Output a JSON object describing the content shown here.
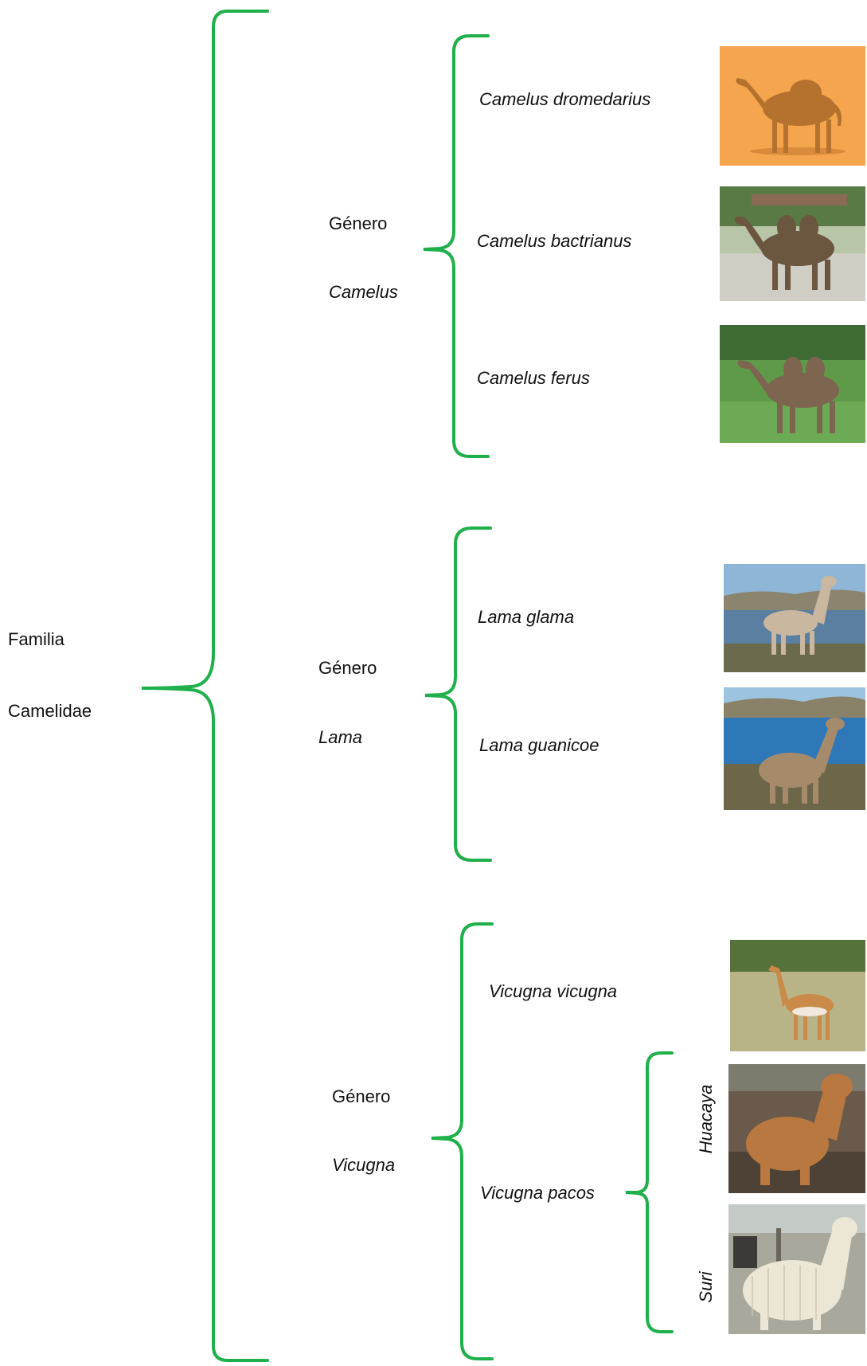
{
  "family": {
    "label": "Familia",
    "name": "Camelidae"
  },
  "genera": [
    {
      "label": "Género",
      "name": "Camelus",
      "species": [
        {
          "name": "Camelus dromedarius",
          "icon": "dromedary-photo"
        },
        {
          "name": "Camelus bactrianus",
          "icon": "bactrian-camel-photo"
        },
        {
          "name": "Camelus ferus",
          "icon": "wild-camel-photo"
        }
      ]
    },
    {
      "label": "Género",
      "name": "Lama",
      "species": [
        {
          "name": "Lama glama",
          "icon": "llama-photo"
        },
        {
          "name": "Lama guanicoe",
          "icon": "guanaco-photo"
        }
      ]
    },
    {
      "label": "Género",
      "name": "Vicugna",
      "species": [
        {
          "name": "Vicugna vicugna",
          "icon": "vicuna-photo"
        },
        {
          "name": "Vicugna pacos",
          "icon": "alpaca-photo"
        }
      ],
      "breeds": [
        {
          "name": "Huacaya",
          "icon": "huacaya-alpaca-photo"
        },
        {
          "name": "Suri",
          "icon": "suri-alpaca-photo"
        }
      ]
    }
  ],
  "colors": {
    "brace": "#1fb04b",
    "text": "#111111"
  }
}
